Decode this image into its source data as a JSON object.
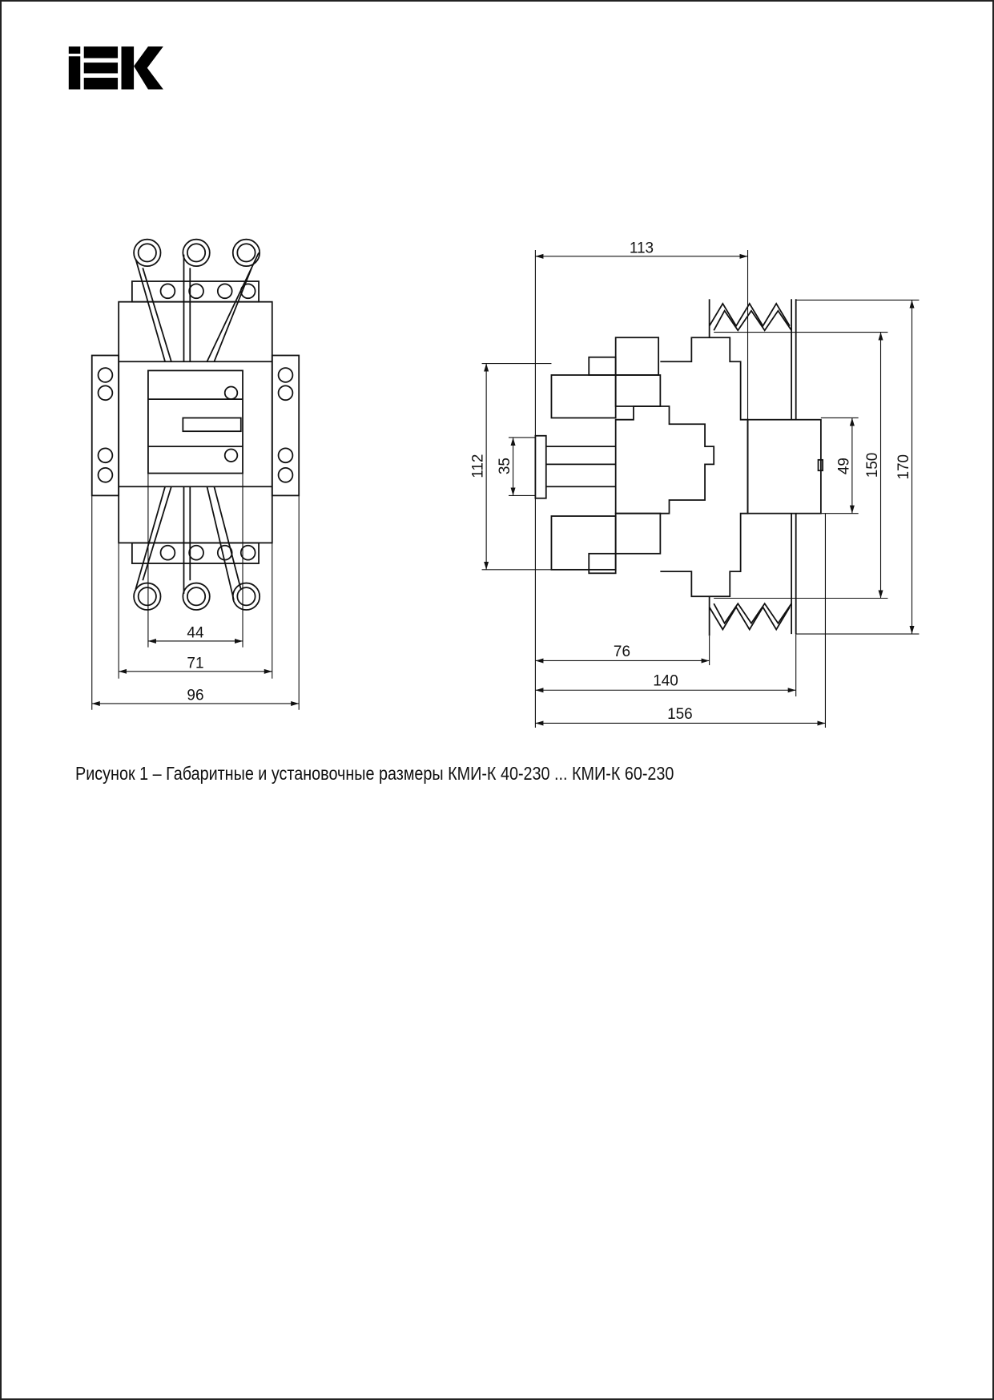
{
  "logo": {
    "text": "IEK"
  },
  "front_view": {
    "dimensions": {
      "terminal_spacing": "44",
      "body_width": "71",
      "overall_width": "96"
    }
  },
  "side_view": {
    "dimensions": {
      "top_depth": "113",
      "mounting_height": "112",
      "rail_width": "35",
      "aux_height": "49",
      "body_height": "150",
      "overall_height": "170",
      "base_depth": "76",
      "coil_depth": "140",
      "overall_depth": "156"
    }
  },
  "caption": "Рисунок 1 – Габаритные и установочные размеры КМИ-К 40-230 ... КМИ-К 60-230"
}
